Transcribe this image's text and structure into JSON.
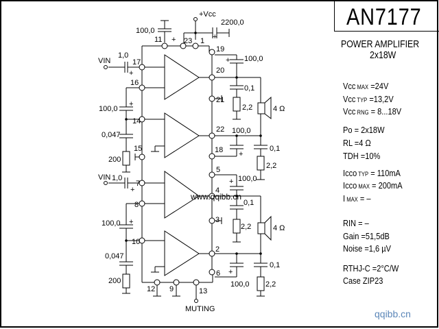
{
  "header": {
    "part_number": "AN7177",
    "description": "POWER AMPLIFIER",
    "configuration": "2x18W"
  },
  "specs": [
    {
      "key": "Vcc",
      "sub": "MAX",
      "value": "=24V"
    },
    {
      "key": "Vcc",
      "sub": "TYP",
      "value": "=13,2V"
    },
    {
      "key": "Vcc",
      "sub": "RNG",
      "value": "= 8...18V"
    },
    {
      "key": "Po",
      "sub": "",
      "value": "= 2x18W"
    },
    {
      "key": "RL",
      "sub": "",
      "value": "=4 Ω"
    },
    {
      "key": "TDH",
      "sub": "",
      "value": "=10%"
    },
    {
      "key": "Icco",
      "sub": "TYP",
      "value": "= 110mA"
    },
    {
      "key": "Icco",
      "sub": "MAX",
      "value": "= 200mA"
    },
    {
      "key": "I",
      "sub": "MAX",
      "value": "=  –"
    },
    {
      "key": "RIN",
      "sub": "",
      "value": "=  –"
    },
    {
      "key": "Gain",
      "sub": "",
      "value": "=51,5dB"
    },
    {
      "key": "Noise",
      "sub": "",
      "value": "=1,6  µV"
    },
    {
      "key": "RTHJ-C",
      "sub": "",
      "value": "=2°C/W"
    },
    {
      "key": "Case",
      "sub": "",
      "value": "ZIP23"
    }
  ],
  "schematic": {
    "supply_label": "+Vcc",
    "input_label": "VIN",
    "muting_label": "MUTING",
    "pins": [
      "11",
      "23",
      "1",
      "19",
      "17",
      "16",
      "20",
      "21",
      "22",
      "14",
      "15",
      "18",
      "5",
      "7",
      "4",
      "8",
      "3",
      "10",
      "2",
      "6",
      "12",
      "9",
      "13"
    ],
    "components": {
      "c_supply": "2200,0",
      "c11": "100,0",
      "c19": "100,0",
      "c_in1": "1,0",
      "c_in2": "1,0",
      "c16": "100,0",
      "c14": "0,047",
      "r14": "200",
      "c_out1": "0,1",
      "r_out1": "2,2",
      "c22": "100,0",
      "c_out2": "0,1",
      "r_out2": "2,2",
      "c5": "100,0",
      "c_out3": "0,1",
      "r_out3": "2,2",
      "c8": "100,0",
      "c10": "0,047",
      "r10": "200",
      "c6": "100,0",
      "c_out4": "0,1",
      "r_out4": "2,2",
      "speaker1": "4 Ω",
      "speaker2": "4 Ω"
    },
    "overlay_watermark": "www.qqibb.cn"
  },
  "footer": {
    "watermark": "qqibb.cn"
  }
}
